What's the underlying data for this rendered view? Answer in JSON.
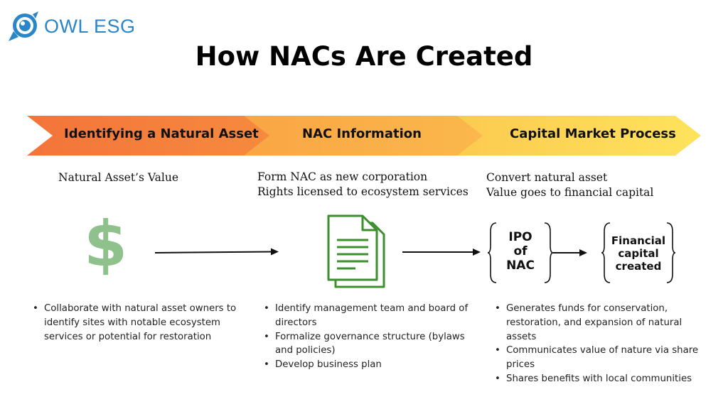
{
  "brand": {
    "name": "OWL ESG"
  },
  "title": "How NACs Are Created",
  "colors": {
    "stage1": "#f47a3a",
    "stage2": "#fbb04a",
    "stage3": "#fde05a",
    "icon_green": "#3d8f2e",
    "dollar": "#8fc18d",
    "brand": "#2a86c8"
  },
  "stages": [
    {
      "label": "Identifying a Natural Asset",
      "description": [
        "Natural Asset’s Value"
      ],
      "icon": "dollar-icon",
      "icon_glyph": "$",
      "bullets": [
        "Collaborate with natural asset owners to identify sites with notable ecosystem services or potential for restoration"
      ]
    },
    {
      "label": "NAC Information",
      "description": [
        "Form NAC as new corporation",
        "Rights licensed to ecosystem services"
      ],
      "icon": "document-icon",
      "bullets": [
        "Identify management team and board of directors",
        "Formalize governance structure (bylaws and policies)",
        "Develop business plan"
      ]
    },
    {
      "label": "Capital Market Process",
      "description": [
        "Convert natural asset",
        "Value goes to financial capital"
      ],
      "boxes": [
        [
          "IPO",
          "of",
          "NAC"
        ],
        [
          "Financial",
          "capital",
          "created"
        ]
      ],
      "bullets": [
        "Generates funds for conservation, restoration, and expansion of natural assets",
        "Communicates value of nature via share prices",
        "Shares benefits with local communities"
      ]
    }
  ]
}
